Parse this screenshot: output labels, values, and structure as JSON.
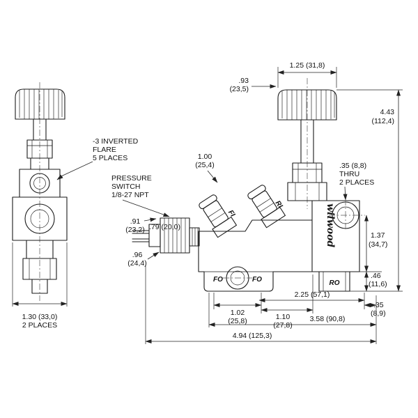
{
  "page": {
    "background": "#ffffff",
    "ink": "#1a1a1a"
  },
  "brand": "wilwood",
  "ports": {
    "fi": "FI",
    "ri": "RI",
    "fo_left": "FO",
    "fo_right": "FO",
    "ro": "RO"
  },
  "callouts": {
    "inverted_flare": {
      "l1": "-3 INVERTED",
      "l2": "FLARE",
      "l3": "5 PLACES"
    },
    "pressure_switch": {
      "l1": "PRESSURE",
      "l2": "SWITCH",
      "l3": "1/8-27 NPT"
    },
    "thru_hole": {
      "l1": ".35 (8,8)",
      "l2": "THRU",
      "l3": "2 PLACES"
    }
  },
  "dims": {
    "left_width_a": "1.30 (33,0)",
    "left_width_b": "2 PLACES",
    "knob_width": "1.25 (31,8)",
    "knob_offset_a": ".93",
    "knob_offset_b": "(23,5)",
    "overall_height_a": "4.43",
    "overall_height_b": "(112,4)",
    "fitting_offset_a": "1.00",
    "fitting_offset_b": "(25,4)",
    "switch_height_a": ".91",
    "switch_height_b": "(23,2)",
    "switch_width": ".79 (20,0)",
    "switch_drop_a": ".96",
    "switch_drop_b": "(24,4)",
    "outlet_height_a": "1.37",
    "outlet_height_b": "(34,7)",
    "base_height_a": ".46",
    "base_height_b": "(11,6)",
    "outlet_span": "2.25 (57,1)",
    "fo_spacing_a": "1.02",
    "fo_spacing_b": "(25,8)",
    "fo_ro_spacing_a": "1.10",
    "fo_ro_spacing_b": "(27,8)",
    "edge_offset_a": ".35",
    "edge_offset_b": "(8,9)",
    "body_width": "3.58 (90,8)",
    "overall_width": "4.94 (125,3)"
  }
}
